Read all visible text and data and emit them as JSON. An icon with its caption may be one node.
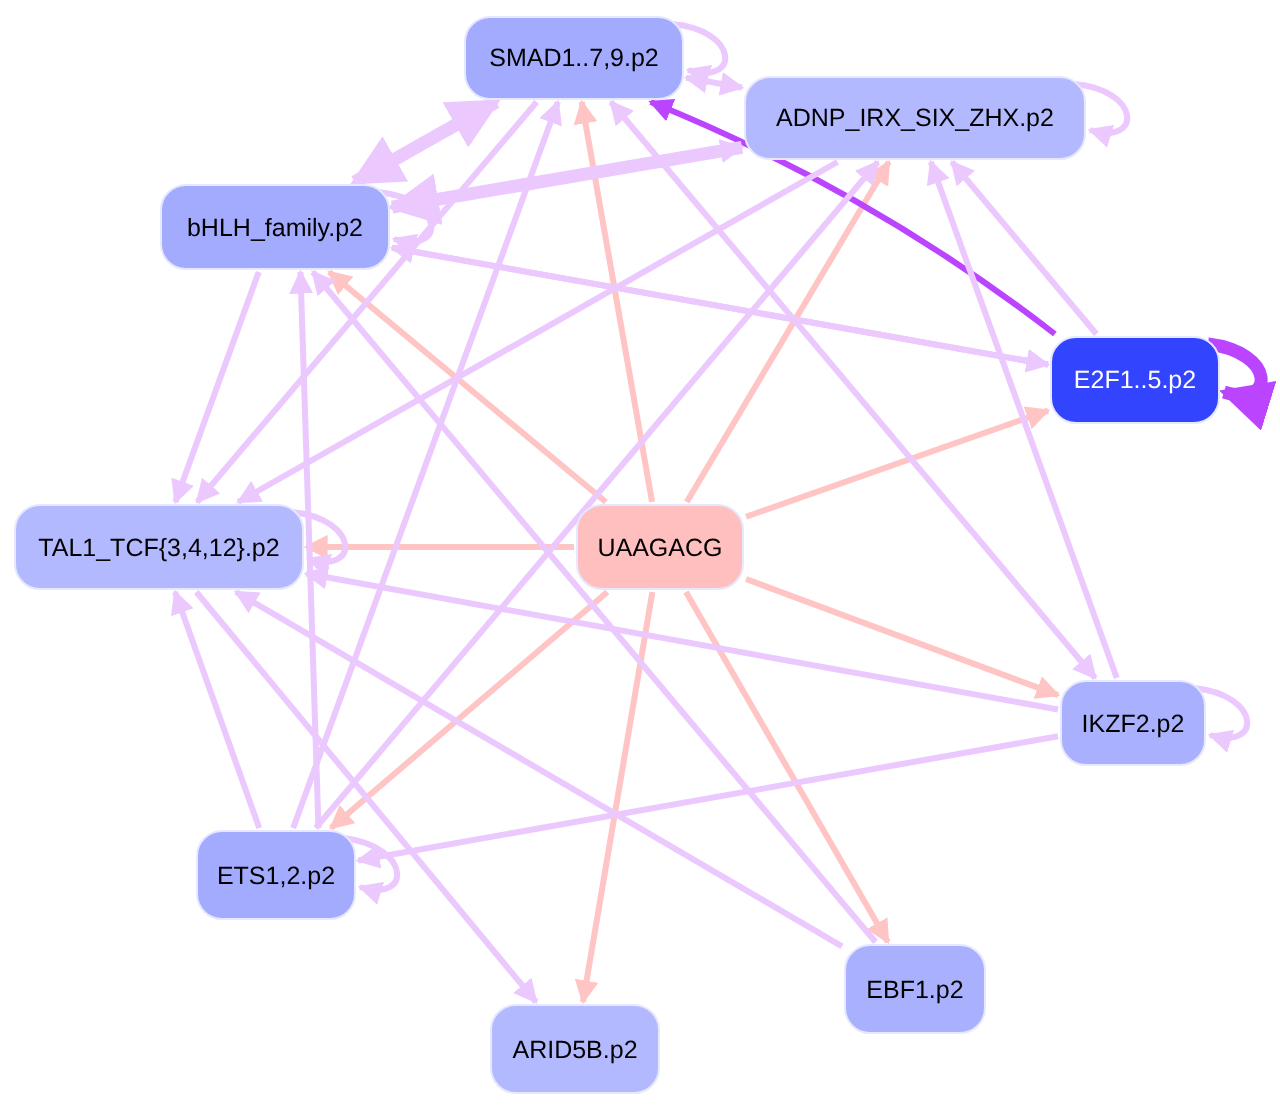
{
  "diagram": {
    "nodes": [
      {
        "text": [
          "SMAD1..7,9.p2"
        ]
      },
      {
        "text": [
          "ADNP_IRX_SIX_ZHX.p2"
        ]
      },
      {
        "text": [
          "bHLH_family.p2"
        ]
      },
      {
        "text": [
          "E2F1..5.p2"
        ]
      },
      {
        "text": [
          "TAL1_TCF{3,4,12}.p2"
        ]
      },
      {
        "text": [
          "UAAGACG"
        ]
      },
      {
        "text": [
          "IKZF2.p2"
        ]
      },
      {
        "text": [
          "ETS1,2.p2"
        ]
      },
      {
        "text": [
          "EBF1.p2"
        ]
      },
      {
        "text": [
          "ARID5B.p2"
        ]
      }
    ],
    "edges": [
      {
        "from": 5,
        "to": 0,
        "arrow": "to",
        "color": "#ffc4c4"
      },
      {
        "from": 5,
        "to": 1,
        "arrow": "to",
        "color": "#ffc4c4"
      },
      {
        "from": 5,
        "to": 2,
        "arrow": "to",
        "color": "#ffc4c4"
      },
      {
        "from": 5,
        "to": 3,
        "arrow": "to",
        "color": "#ffc4c4"
      },
      {
        "from": 5,
        "to": 4,
        "arrow": "to",
        "color": "#ffc4c4"
      },
      {
        "from": 5,
        "to": 6,
        "arrow": "to",
        "color": "#ffc4c4"
      },
      {
        "from": 5,
        "to": 7,
        "arrow": "to",
        "color": "#ffc4c4"
      },
      {
        "from": 5,
        "to": 8,
        "arrow": "to",
        "color": "#ffc4c4"
      },
      {
        "from": 5,
        "to": 9,
        "arrow": "to",
        "color": "#ffc4c4"
      },
      {
        "from": 3,
        "to": 3,
        "arrow": "to",
        "color": "#bb44ff",
        "style": "thick"
      },
      {
        "from": 3,
        "to": 0,
        "arrow": "to",
        "color": "#bb44ff"
      },
      {
        "from": 0,
        "to": 0,
        "arrow": "to"
      },
      {
        "from": 1,
        "to": 1,
        "arrow": "to"
      },
      {
        "from": 2,
        "to": 2,
        "arrow": "to"
      },
      {
        "from": 4,
        "to": 4,
        "arrow": "to"
      },
      {
        "from": 6,
        "to": 6,
        "arrow": "to"
      },
      {
        "from": 7,
        "to": 7,
        "arrow": "to"
      },
      {
        "from": 0,
        "to": 1,
        "arrow": "both"
      },
      {
        "from": 2,
        "to": 0,
        "arrow": "both",
        "style": "thick"
      },
      {
        "from": 1,
        "to": 2,
        "arrow": "to",
        "style": "thick"
      },
      {
        "from": 2,
        "to": 1,
        "arrow": "to"
      },
      {
        "from": 0,
        "to": 4,
        "arrow": "to"
      },
      {
        "from": 1,
        "to": 4,
        "arrow": "to"
      },
      {
        "from": 2,
        "to": 4,
        "arrow": "to"
      },
      {
        "from": 7,
        "to": 4,
        "arrow": "to"
      },
      {
        "from": 7,
        "to": 2,
        "arrow": "to"
      },
      {
        "from": 7,
        "to": 0,
        "arrow": "to"
      },
      {
        "from": 7,
        "to": 1,
        "arrow": "to"
      },
      {
        "from": 6,
        "to": 0,
        "arrow": "both"
      },
      {
        "from": 6,
        "to": 1,
        "arrow": "to"
      },
      {
        "from": 6,
        "to": 4,
        "arrow": "to"
      },
      {
        "from": 6,
        "to": 7,
        "arrow": "to"
      },
      {
        "from": 3,
        "to": 1,
        "arrow": "to"
      },
      {
        "from": 3,
        "to": 2,
        "arrow": "to"
      },
      {
        "from": 2,
        "to": 3,
        "arrow": "to"
      },
      {
        "from": 8,
        "to": 2,
        "arrow": "to"
      },
      {
        "from": 8,
        "to": 4,
        "arrow": "to"
      },
      {
        "from": 4,
        "to": 9,
        "arrow": "to"
      }
    ]
  }
}
